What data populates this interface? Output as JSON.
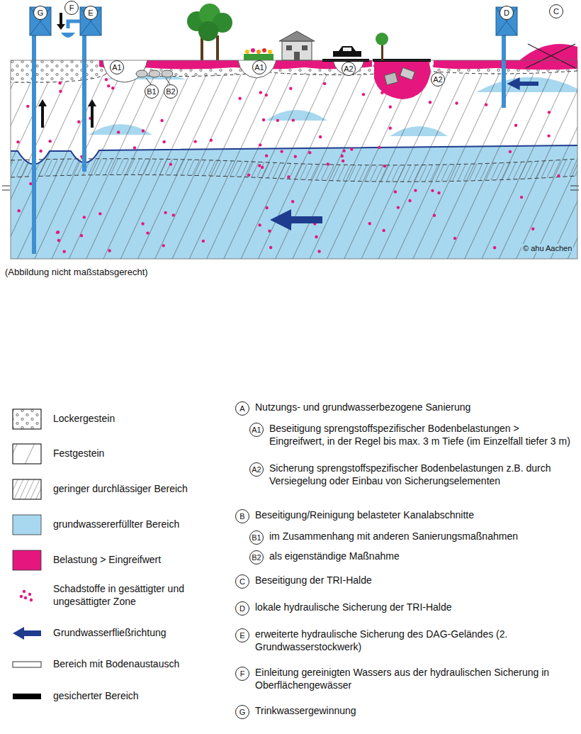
{
  "diagram": {
    "nodes": [
      {
        "text": [
          "G"
        ]
      },
      {
        "text": [
          "F"
        ]
      },
      {
        "text": [
          "E"
        ]
      },
      {
        "text": [
          "D"
        ]
      },
      {
        "text": [
          "C"
        ]
      },
      {
        "text": [
          "A1"
        ]
      },
      {
        "text": [
          "A1"
        ]
      },
      {
        "text": [
          "A2"
        ]
      },
      {
        "text": [
          "A2"
        ]
      },
      {
        "text": [
          "B1"
        ]
      },
      {
        "text": [
          "B2"
        ]
      },
      {
        "text": [
          "A",
          "Nutzungs- und grundwasserbezogene Sanierung"
        ]
      },
      {
        "text": [
          "A1",
          "Beseitigung sprengstoffspezifischer Bodenbelastungen > Eingreifwert, in der Regel bis max. 3 m Tiefe (im Einzelfall tiefer 3 m)"
        ]
      },
      {
        "text": [
          "A2",
          "Sicherung sprengstoffspezifischer Bodenbelastungen z.B. durch Versiegelung oder Einbau von Sicherungselementen"
        ]
      },
      {
        "text": [
          "B",
          "Beseitigung/Reinigung belasteter Kanalabschnitte"
        ]
      },
      {
        "text": [
          "B1",
          "im Zusammenhang mit anderen Sanierungsmaßnahmen"
        ]
      },
      {
        "text": [
          "B2",
          "als eigenständige Maßnahme"
        ]
      },
      {
        "text": [
          "C",
          "Beseitigung der TRI-Halde"
        ]
      },
      {
        "text": [
          "D",
          "lokale hydraulische Sicherung der TRI-Halde"
        ]
      },
      {
        "text": [
          "E",
          "erweiterte hydraulische Sicherung des DAG-Geländes (2. Grundwasserstockwerk)"
        ]
      },
      {
        "text": [
          "F",
          "Einleitung gereinigten Wassers aus der hydraulischen Sicherung in Oberflächengewässer"
        ]
      },
      {
        "text": [
          "G",
          "Trinkwassergewinnung"
        ]
      }
    ],
    "labels": [
      "(Abbildung nicht maßstabsgerecht)",
      "© ahu Aachen"
    ],
    "legend": [
      {
        "text": "Lockergestein"
      },
      {
        "text": "Festgestein"
      },
      {
        "text": "geringer durchlässiger Bereich"
      },
      {
        "text": "grundwassererfüllter Bereich",
        "color": "#a8d8ef"
      },
      {
        "text": "Belastung > Eingreifwert",
        "color": "#e5177e"
      },
      {
        "text": "Schadstoffe in gesättigter und ungesättigter Zone"
      },
      {
        "text": "Grundwasserfließrichtung"
      },
      {
        "text": "Bereich mit Bodenaustausch"
      },
      {
        "text": "gesicherter Bereich",
        "color": "#000000"
      }
    ]
  }
}
